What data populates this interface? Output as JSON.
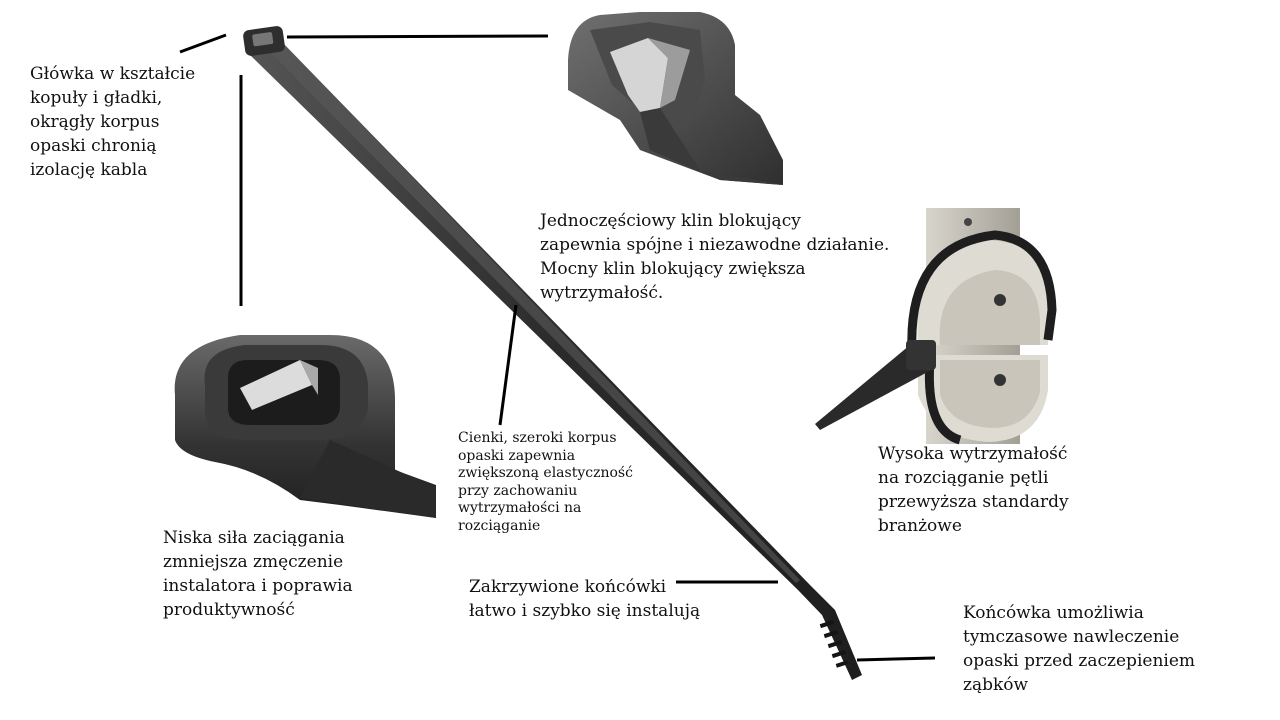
{
  "colors": {
    "tie_dark": "#2a2a2a",
    "tie_mid": "#4a4a4a",
    "tie_light": "#6d6d6d",
    "wedge_light": "#dcdcdc",
    "metal": "#b5b1a8",
    "leader_line": "#000000"
  },
  "labels": {
    "head_dome": "Główka w kształcie\nkopuły i gładki,\nokrągły korpus\nopaski chronią\nizolację kabla",
    "wedge": "Jednoczęściowy klin blokujący\nzapewnia spójne i niezawodne działanie.\nMocny klin blokujący zwiększa\nwytrzymałość.",
    "thin_body": "Cienki, szeroki korpus\nopaski zapewnia\nzwiększoną elastyczność\nprzy zachowaniu\nwytrzymałości na\nrozciąganie",
    "low_force": "Niska siła zaciągania\nzmniejsza zmęczenie\ninstalatora i poprawia\nproduktywność",
    "loop_strength": "Wysoka wytrzymałość\nna rozciąganie pętli\nprzewyższa standardy\nbranżowe",
    "curved_tips": "Zakrzywione końcówki\nłatwo i szybko się instalują",
    "tip_threading": "Końcówka umożliwia\ntymczasowe nawleczenie\nopaski przed zaczepieniem\nząbków"
  },
  "icons": {
    "cable_tie": "cable-tie-illustration",
    "head_closeup": "head-closeup-illustration",
    "wedge_closeup": "locking-wedge-cutaway-illustration",
    "loop_test": "loop-tensile-test-illustration"
  }
}
